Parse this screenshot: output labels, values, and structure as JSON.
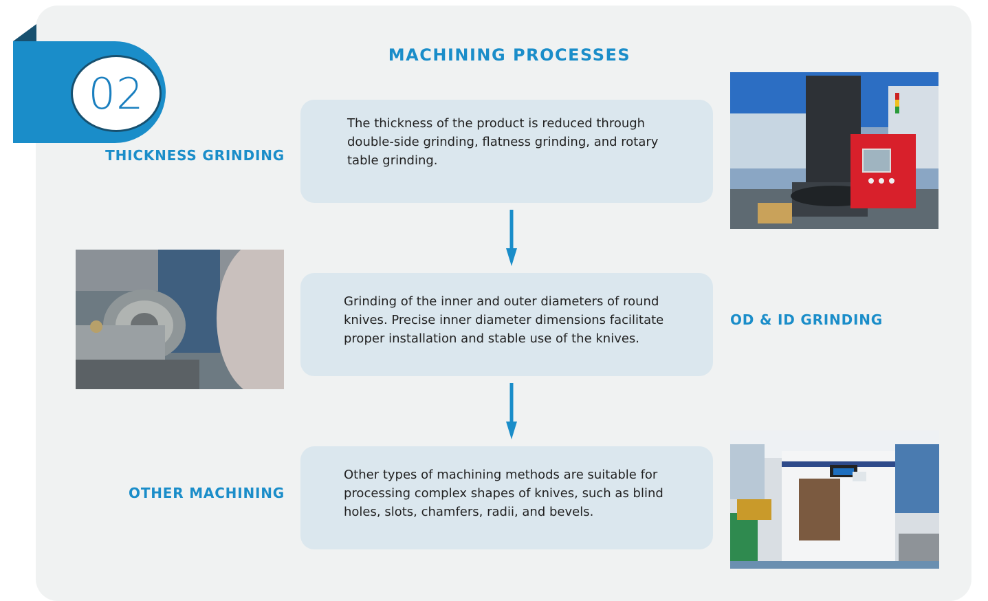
{
  "section": {
    "number": "02"
  },
  "title": "MACHINING PROCESSES",
  "processes": [
    {
      "label": "THICKNESS GRINDING",
      "description": "The thickness of the product is reduced through double-side grinding, flatness grinding, and rotary table grinding."
    },
    {
      "label": "OD & ID GRINDING",
      "description": "Grinding of the inner and outer diameters of round knives. Precise inner diameter dimensions facilitate proper installation and stable use of the knives."
    },
    {
      "label": "OTHER MACHINING",
      "description": "Other types of machining methods are suitable for processing complex shapes of knives, such as blind holes, slots, chamfers, radii, and bevels."
    }
  ],
  "colors": {
    "accent": "#1a8dc9",
    "dark_accent": "#17506f",
    "box_bg": "#dbe7ee",
    "panel_bg": "#f0f2f2"
  },
  "icons": {
    "arrow": "arrow-down-icon"
  }
}
